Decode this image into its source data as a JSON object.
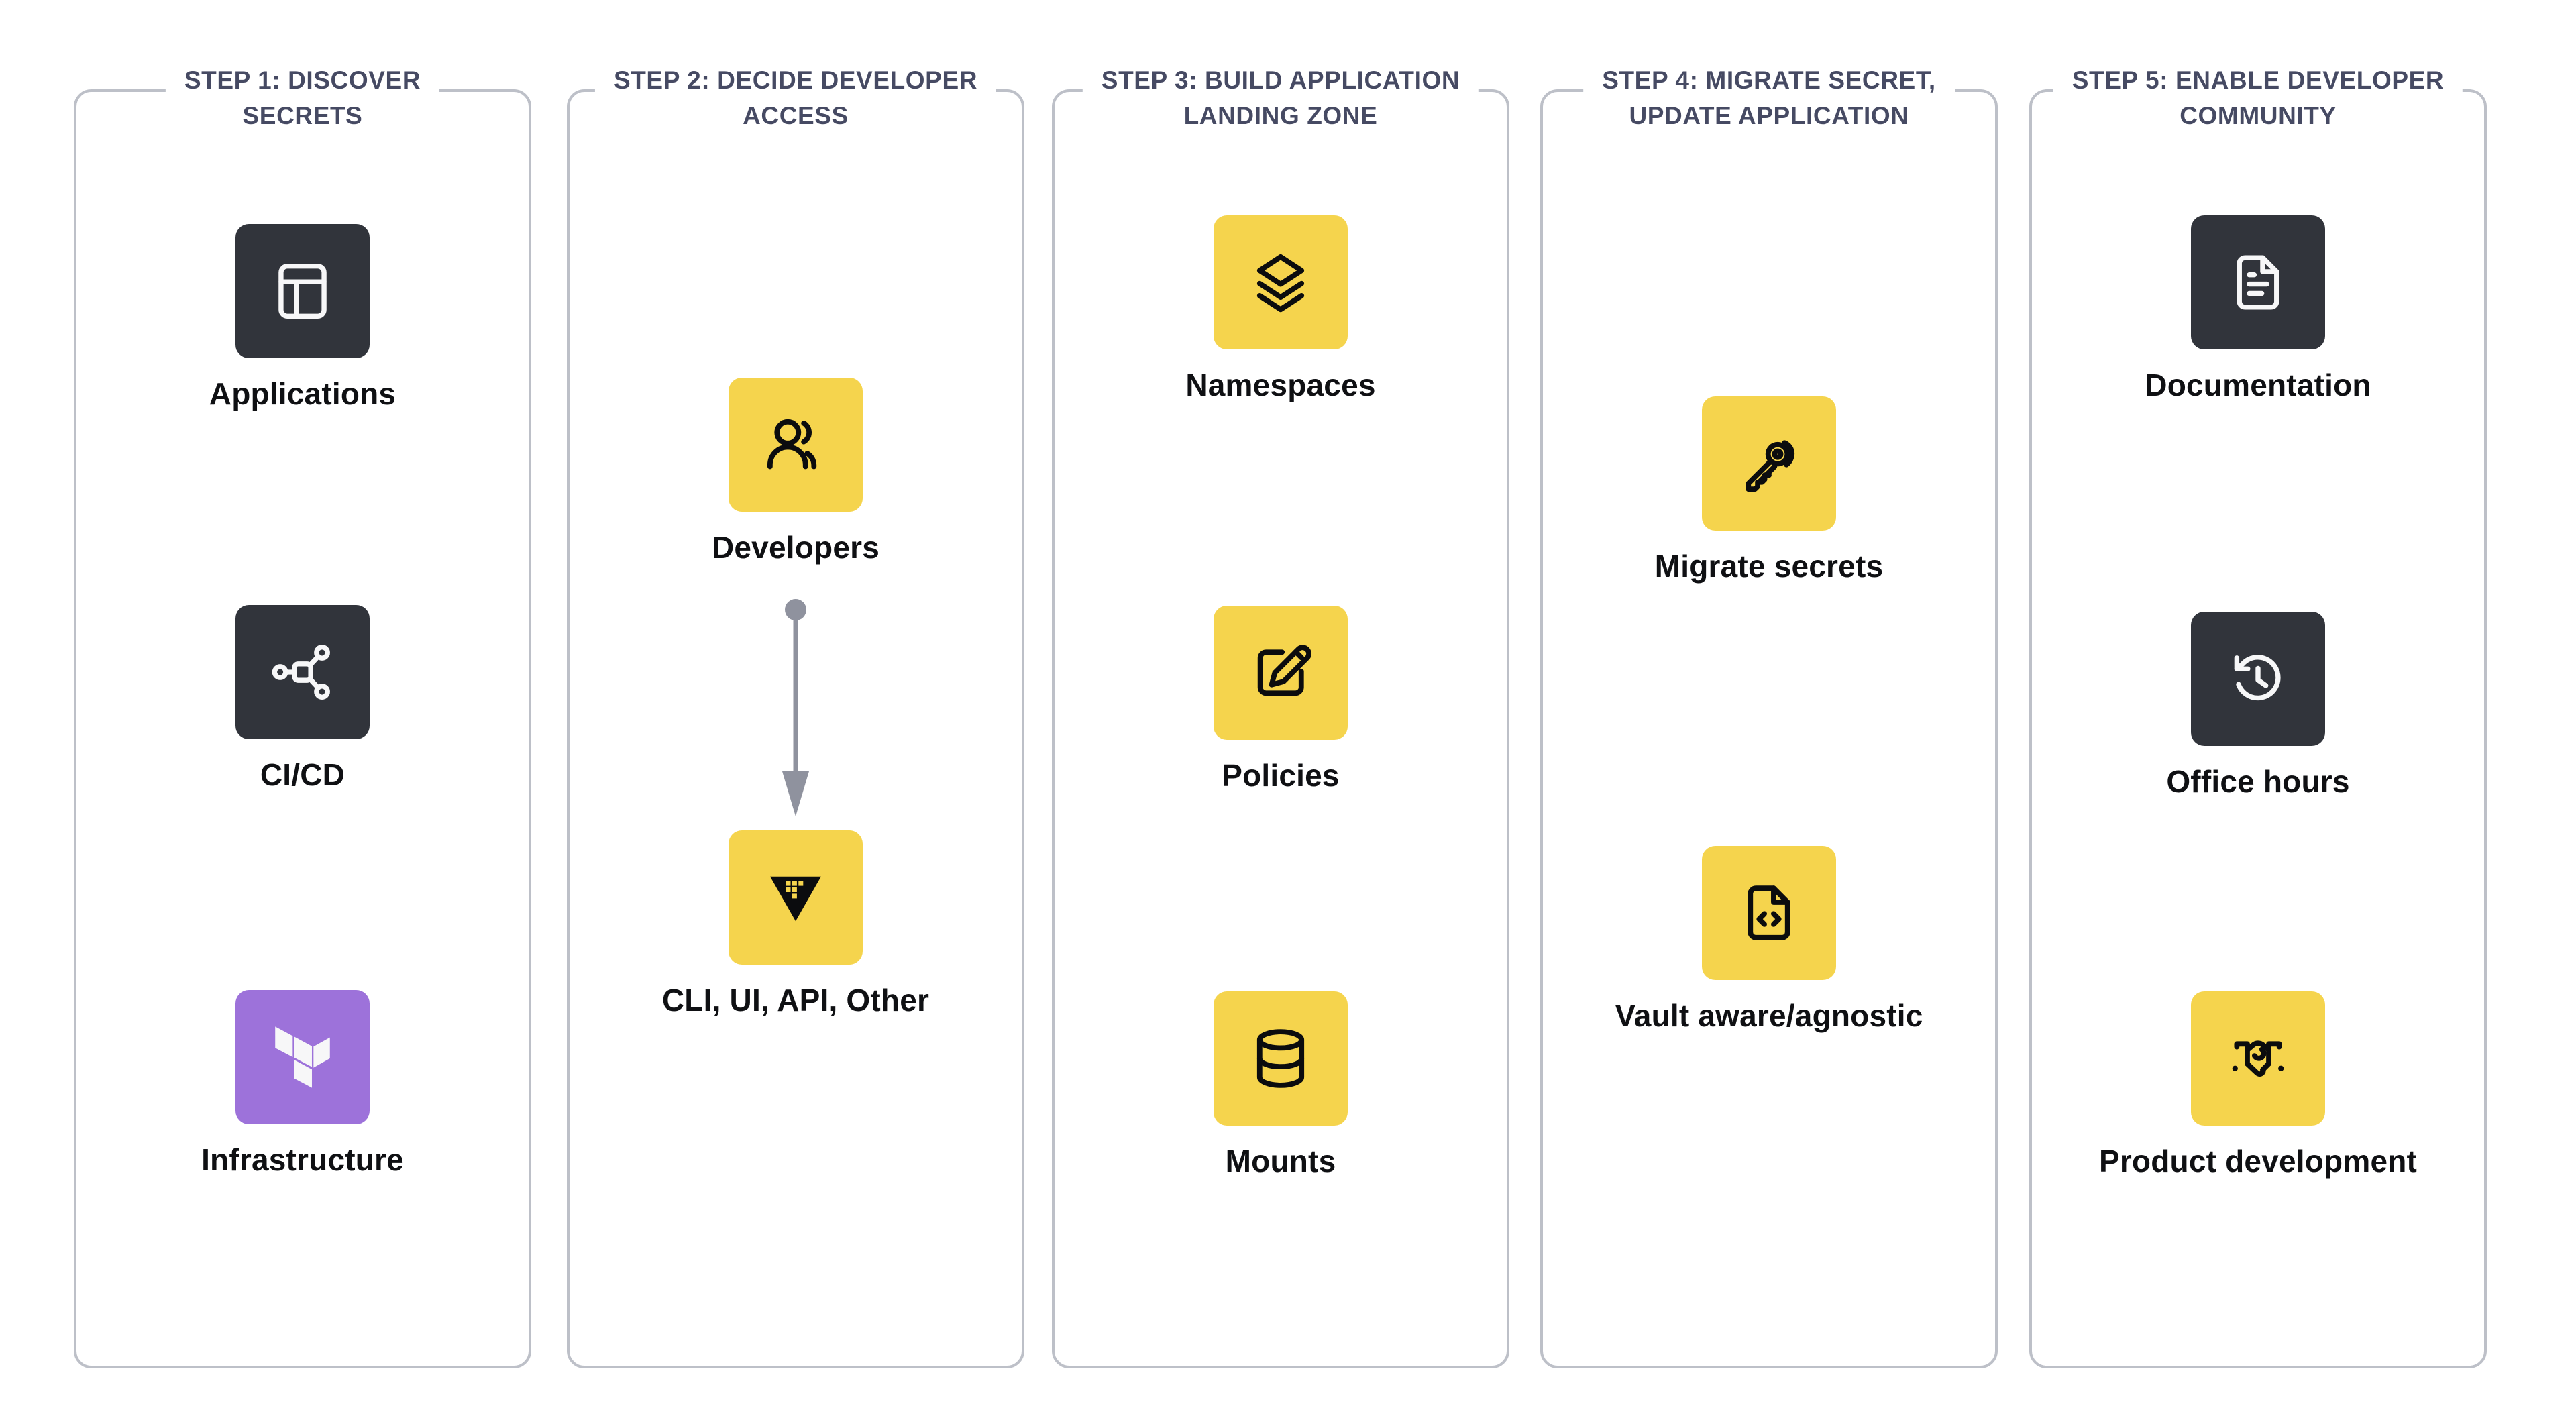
{
  "colors": {
    "yellow": "#F5D44D",
    "dark": "#31343B",
    "purple": "#9D72DA",
    "title": "#464A63",
    "border": "#BDC0C8",
    "connector": "#8F929E",
    "label": "#0F1013"
  },
  "columns": [
    {
      "title_lines": [
        "STEP 1: DISCOVER",
        "SECRETS"
      ],
      "items": [
        {
          "label": "Applications",
          "icon": "app-window-icon",
          "style": "dark"
        },
        {
          "label": "CI/CD",
          "icon": "share-network-icon",
          "style": "dark"
        },
        {
          "label": "Infrastructure",
          "icon": "terraform-icon",
          "style": "purple"
        }
      ]
    },
    {
      "title_lines": [
        "STEP 2: DECIDE DEVELOPER",
        "ACCESS"
      ],
      "items": [
        {
          "label": "Developers",
          "icon": "users-icon",
          "style": "yellow"
        },
        {
          "label": "CLI, UI, API, Other",
          "icon": "vault-logo-icon",
          "style": "yellow"
        }
      ],
      "connector": "arrow-down"
    },
    {
      "title_lines": [
        "STEP 3: BUILD APPLICATION",
        "LANDING ZONE"
      ],
      "items": [
        {
          "label": "Namespaces",
          "icon": "layers-icon",
          "style": "yellow"
        },
        {
          "label": "Policies",
          "icon": "edit-pencil-icon",
          "style": "yellow"
        },
        {
          "label": "Mounts",
          "icon": "database-icon",
          "style": "yellow"
        }
      ]
    },
    {
      "title_lines": [
        "STEP 4: MIGRATE SECRET,",
        "UPDATE APPLICATION"
      ],
      "items": [
        {
          "label": "Migrate secrets",
          "icon": "keys-icon",
          "style": "yellow"
        },
        {
          "label": "Vault aware/agnostic",
          "icon": "file-code-icon",
          "style": "yellow"
        }
      ]
    },
    {
      "title_lines": [
        "STEP 5: ENABLE DEVELOPER",
        "COMMUNITY"
      ],
      "items": [
        {
          "label": "Documentation",
          "icon": "file-text-icon",
          "style": "dark"
        },
        {
          "label": "Office hours",
          "icon": "clock-history-icon",
          "style": "dark"
        },
        {
          "label": "Product development",
          "icon": "handshake-icon",
          "style": "yellow"
        }
      ]
    }
  ]
}
